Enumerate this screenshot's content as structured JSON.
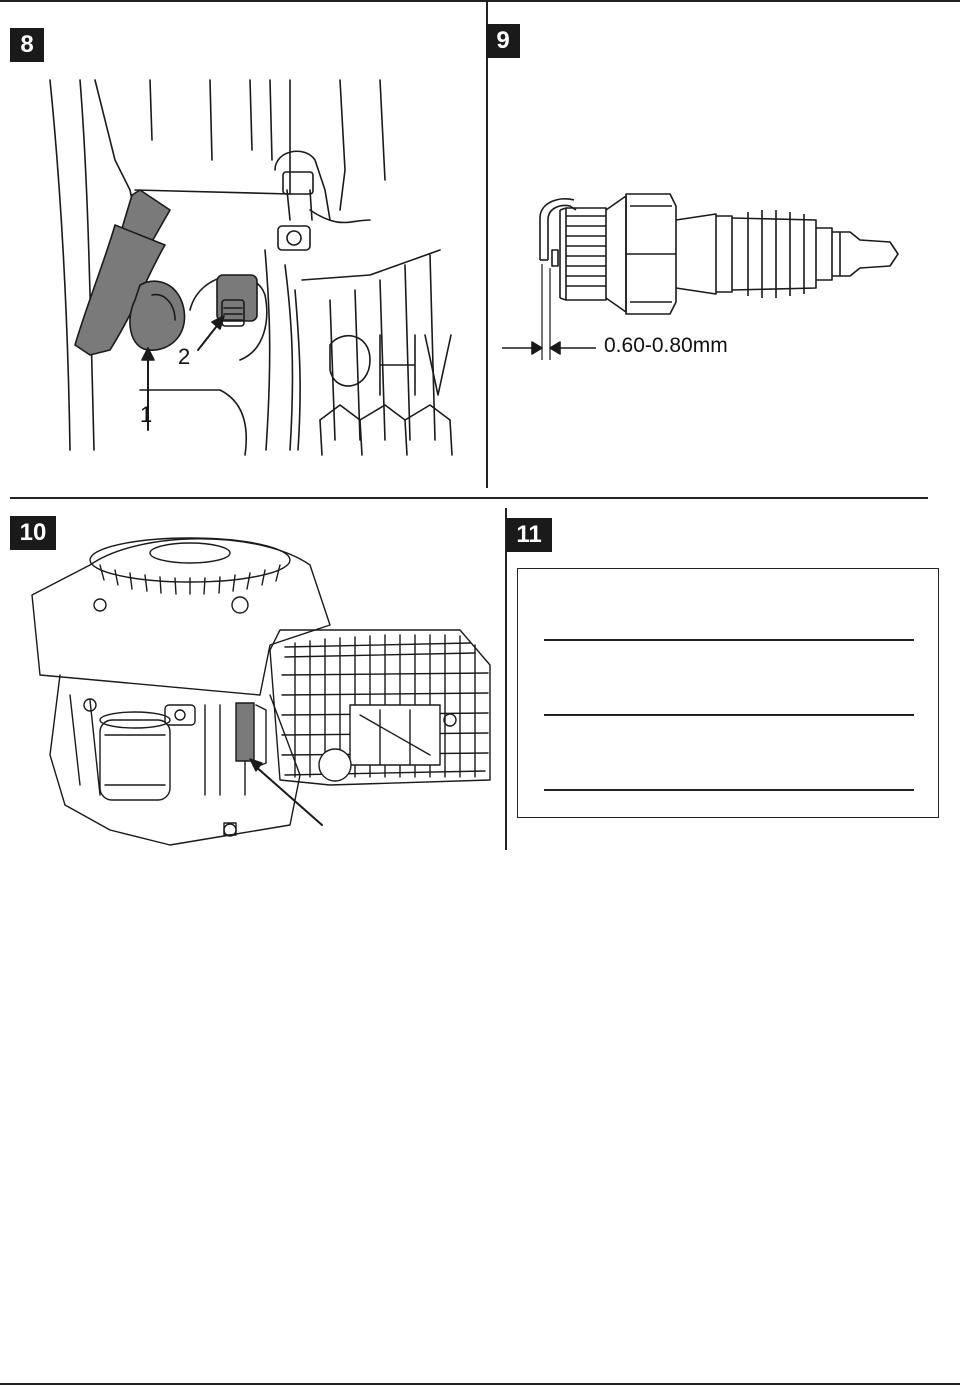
{
  "panels": [
    {
      "number": "8",
      "callouts": [
        "1",
        "2"
      ],
      "engine_mark": "OHV"
    },
    {
      "number": "9",
      "gap_spec": "0.60-0.80mm"
    },
    {
      "number": "10"
    },
    {
      "number": "11",
      "blank_lines": 3
    }
  ],
  "colors": {
    "ink": "#1a1a1a",
    "shade": "#7a7a7a",
    "paper": "#ffffff"
  }
}
